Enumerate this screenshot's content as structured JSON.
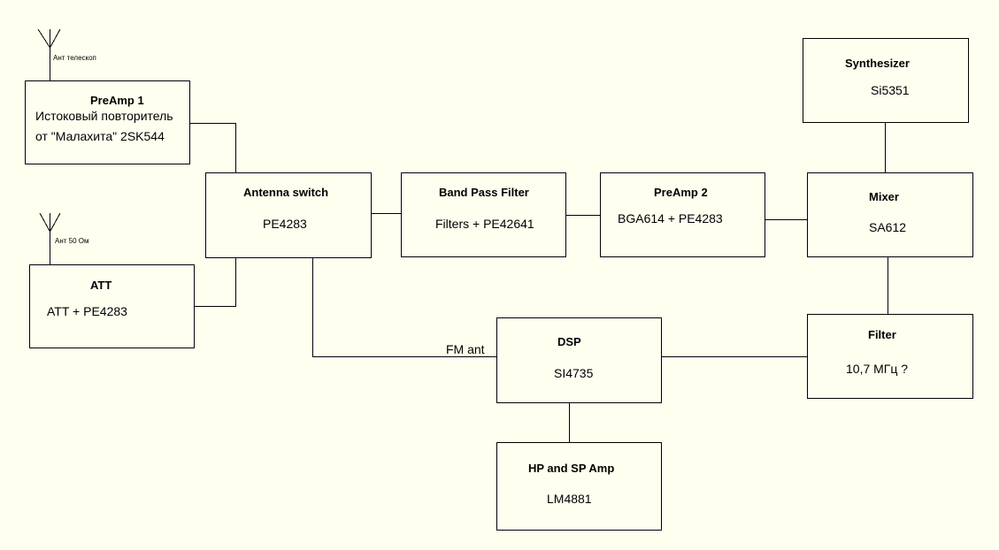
{
  "antennas": {
    "telescope_label": "Ант телескоп",
    "ohm50_label": "Ант 50 Ом"
  },
  "blocks": {
    "preamp1": {
      "title": "PreAmp 1",
      "line1": "Истоковый повторитель",
      "line2": "от \"Малахита\" 2SK544"
    },
    "att": {
      "title": "ATT",
      "line1": "ATT + PE4283"
    },
    "antenna_switch": {
      "title": "Antenna switch",
      "line1": "PE4283"
    },
    "bpf": {
      "title": "Band Pass Filter",
      "line1": "Filters + PE42641"
    },
    "preamp2": {
      "title": "PreAmp 2",
      "line1": "BGA614 + PE4283"
    },
    "synth": {
      "title": "Synthesizer",
      "line1": "Si5351"
    },
    "mixer": {
      "title": "Mixer",
      "line1": "SA612"
    },
    "filter": {
      "title": "Filter",
      "line1": "10,7 МГц ?"
    },
    "dsp": {
      "title": "DSP",
      "line1": "SI4735"
    },
    "hpamp": {
      "title": "HP and SP Amp",
      "line1": "LM4881"
    }
  },
  "wire_labels": {
    "fm_ant": "FM ant"
  },
  "colors": {
    "background": "#fffff0",
    "line": "#000000"
  }
}
